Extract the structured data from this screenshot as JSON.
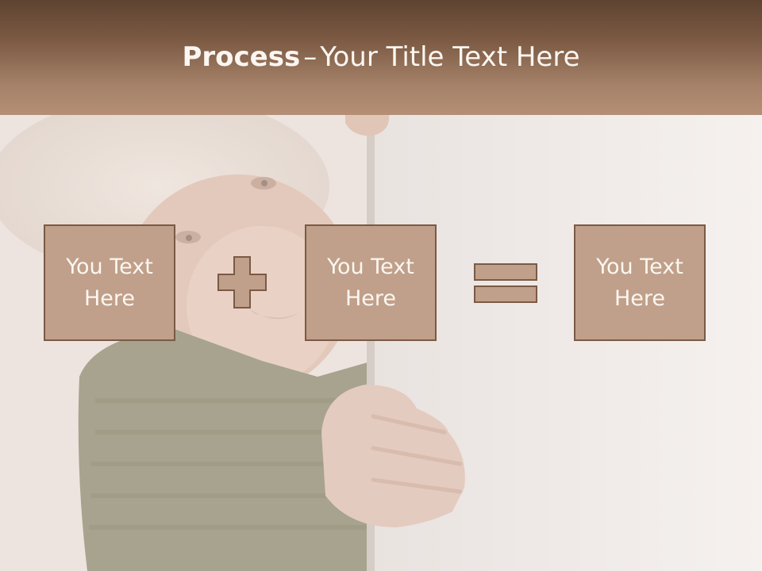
{
  "slide": {
    "title_bold": "Process",
    "title_dash": "–",
    "title_rest": "Your Title Text Here"
  },
  "boxes": [
    {
      "text": "You Text Here"
    },
    {
      "text": "You Text Here"
    },
    {
      "text": "You Text Here"
    }
  ],
  "icons": [
    "plus-icon",
    "equals-icon"
  ],
  "colors": {
    "header_top": "#5e4331",
    "header_bottom": "#b48f76",
    "box_fill": "#c0a08a",
    "box_border": "#7a5a45",
    "icon_fill": "#c0a08a"
  }
}
